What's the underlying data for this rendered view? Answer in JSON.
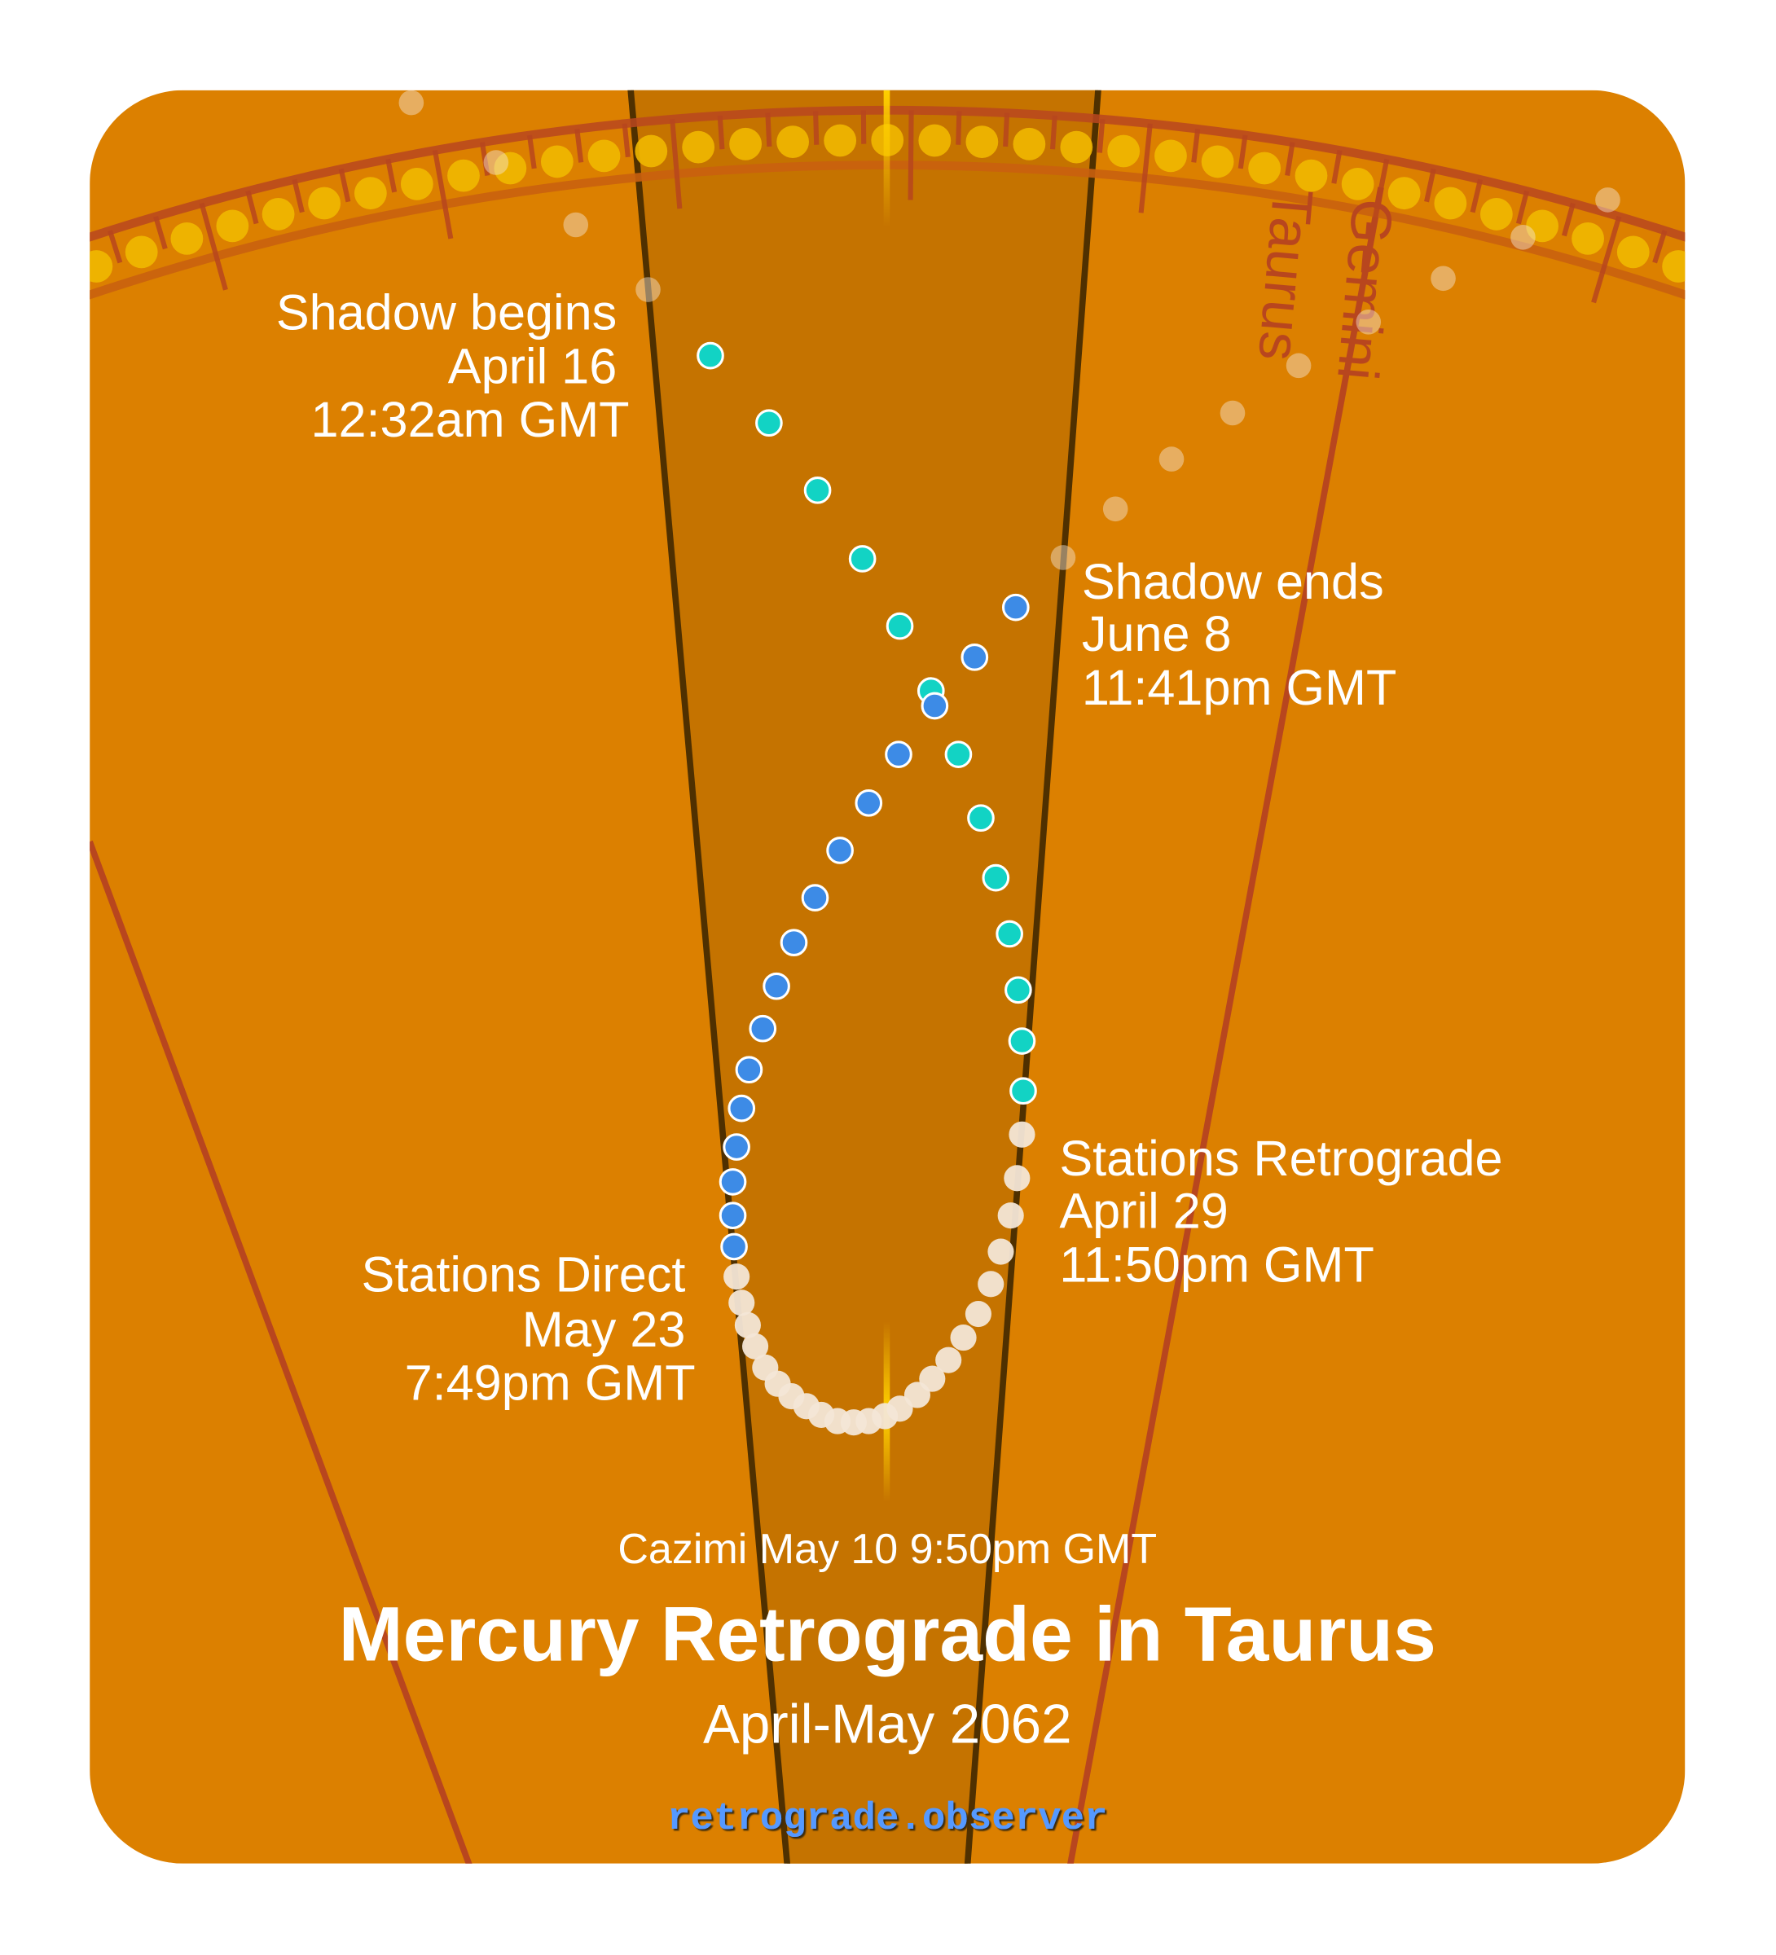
{
  "title": "Mercury Retrograde in Taurus",
  "subtitle": "April-May 2062",
  "cazimi": "Cazimi May 10 9:50pm GMT",
  "site": "retrograde.observer",
  "signs": [
    "Taurus",
    "Gemini"
  ],
  "events": {
    "shadow_begins": [
      "Shadow begins",
      "April 16",
      "12:32am GMT"
    ],
    "shadow_ends": [
      "Shadow ends",
      "June 8",
      "11:41pm GMT"
    ],
    "stations_retrograde": [
      "Stations Retrograde",
      "April 29",
      "11:50pm GMT"
    ],
    "stations_direct": [
      "Stations Direct",
      "May 23",
      "7:49pm GMT"
    ]
  },
  "colors": {
    "background": "#dc8000",
    "shadow_zone": "#c57300",
    "pre_shadow": "#12d3c4",
    "retrograde": "#f3e6d6",
    "post_shadow": "#3d8be6",
    "ecliptic": "#b8461e",
    "sun": "#f0b800",
    "url": "#5599ff"
  }
}
